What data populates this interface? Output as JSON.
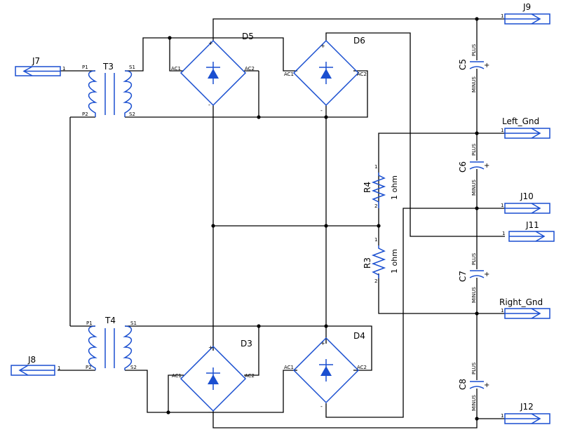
{
  "schematic": {
    "connectors": [
      {
        "id": "J7",
        "pin": "1"
      },
      {
        "id": "J8",
        "pin": "1"
      },
      {
        "id": "J9",
        "pin": "1"
      },
      {
        "id": "Left_Gnd",
        "pin": "1"
      },
      {
        "id": "J10",
        "pin": "1"
      },
      {
        "id": "J11",
        "pin": "1"
      },
      {
        "id": "Right_Gnd",
        "pin": "1"
      },
      {
        "id": "J12",
        "pin": "1"
      }
    ],
    "transformers": [
      {
        "id": "T3",
        "pins": [
          "P1",
          "P2",
          "S1",
          "S2"
        ]
      },
      {
        "id": "T4",
        "pins": [
          "P1",
          "P2",
          "S1",
          "S2"
        ]
      }
    ],
    "bridges": [
      {
        "id": "D5",
        "pins": [
          "AC1",
          "AC2",
          "+",
          "-"
        ]
      },
      {
        "id": "D6",
        "pins": [
          "AC1",
          "AC2",
          "+",
          "-"
        ]
      },
      {
        "id": "D3",
        "pins": [
          "AC1",
          "AC2",
          "+",
          "-"
        ]
      },
      {
        "id": "D4",
        "pins": [
          "AC1",
          "AC2",
          "+",
          "-"
        ]
      }
    ],
    "resistors": [
      {
        "id": "R4",
        "value": "1 ohm",
        "pin1": "1",
        "pin2": "2"
      },
      {
        "id": "R3",
        "value": "1 ohm",
        "pin1": "1",
        "pin2": "2"
      }
    ],
    "capacitors": [
      {
        "id": "C5",
        "plus": "PLUS",
        "minus": "MINUS",
        "sign": "+"
      },
      {
        "id": "C6",
        "plus": "PLUS",
        "minus": "MINUS",
        "sign": "+"
      },
      {
        "id": "C7",
        "plus": "PLUS",
        "minus": "MINUS",
        "sign": "+"
      },
      {
        "id": "C8",
        "plus": "PLUS",
        "minus": "MINUS",
        "sign": "+"
      }
    ]
  },
  "colors": {
    "wire": "#000000",
    "component": "#1a4fd0",
    "background": "#ffffff"
  }
}
